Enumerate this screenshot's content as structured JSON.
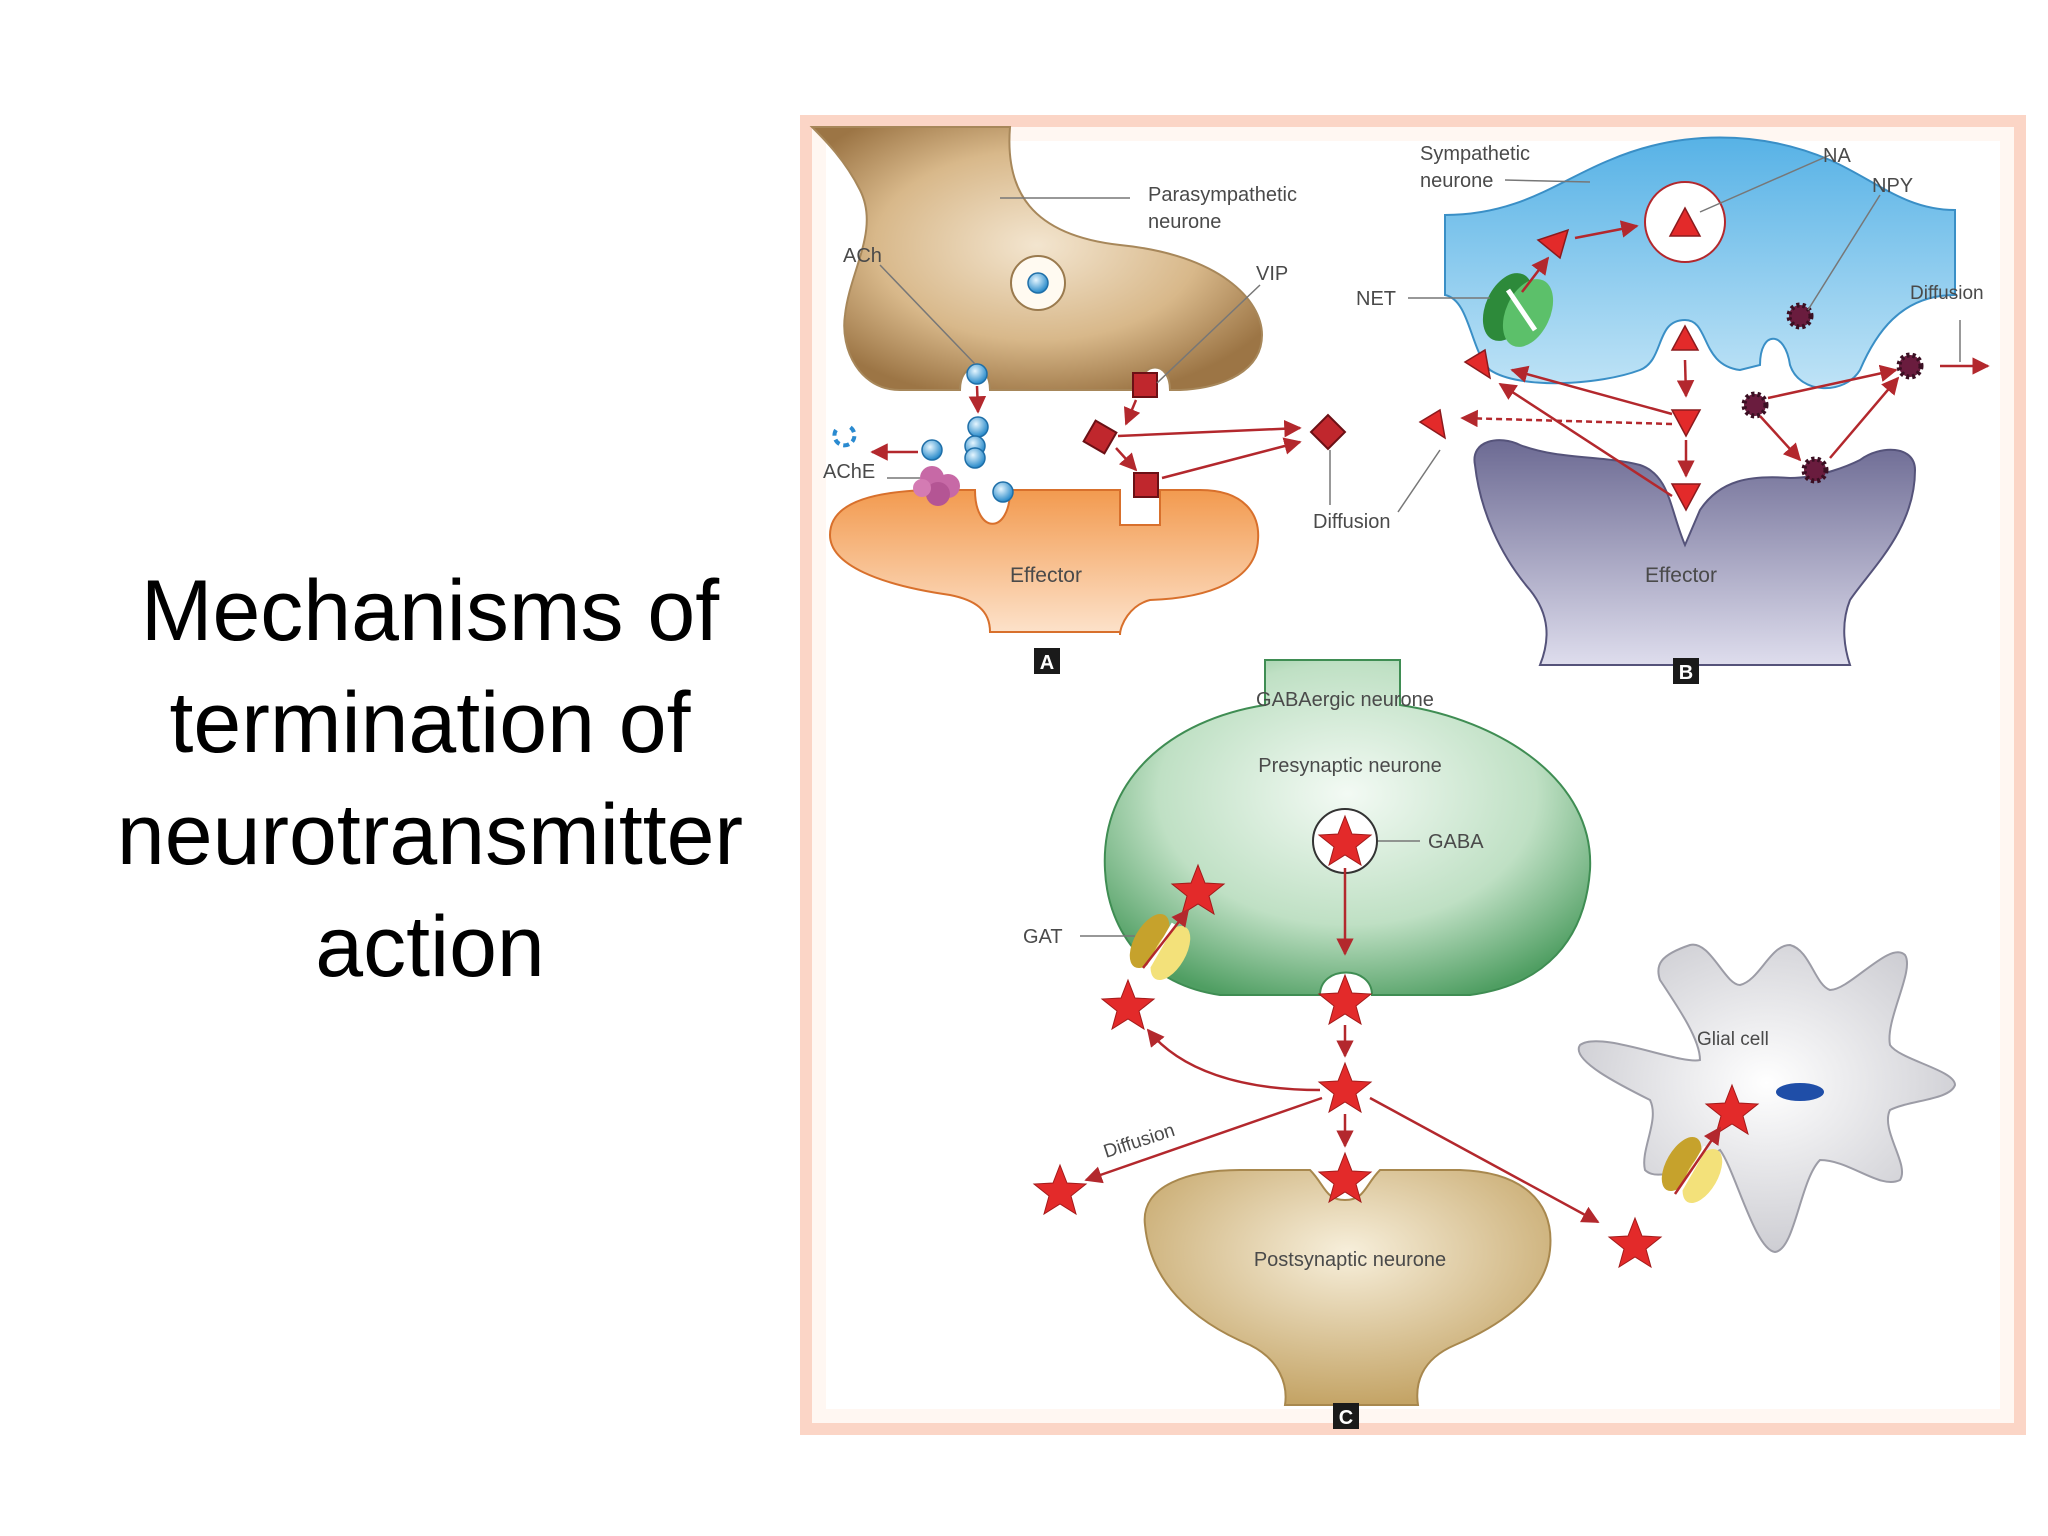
{
  "slide": {
    "title_lines": [
      "Mechanisms of",
      "termination of",
      "neurotransmitter",
      "action"
    ]
  },
  "figure": {
    "panels": {
      "a": "A",
      "b": "B",
      "c": "C"
    },
    "panel_a": {
      "parasympathetic_neurone": [
        "Parasympathetic",
        "neurone"
      ],
      "ach": "ACh",
      "vip": "VIP",
      "ache": "AChE",
      "effector": "Effector",
      "diffusion": "Diffusion"
    },
    "panel_b": {
      "sympathetic_neurone": [
        "Sympathetic",
        "neurone"
      ],
      "na": "NA",
      "npy": "NPY",
      "net": "NET",
      "diffusion": "Diffusion",
      "effector": "Effector"
    },
    "panel_c": {
      "gabaergic_neurone": "GABAergic neurone",
      "presynaptic_neurone": "Presynaptic neurone",
      "gaba": "GABA",
      "gat": "GAT",
      "glial_cell": "Glial cell",
      "diffusion": "Diffusion",
      "postsynaptic_neurone": "Postsynaptic neurone"
    }
  },
  "colors": {
    "frame_border": "#f7c3b2",
    "parasympathetic": "#c9a574",
    "effector_a": "#f0883c",
    "sympathetic": "#5fb8e8",
    "effector_b": "#6f6d96",
    "presynaptic_c": "#5fb074",
    "postsynaptic_c": "#cdb173",
    "transmitter_red": "#e32a2a"
  }
}
